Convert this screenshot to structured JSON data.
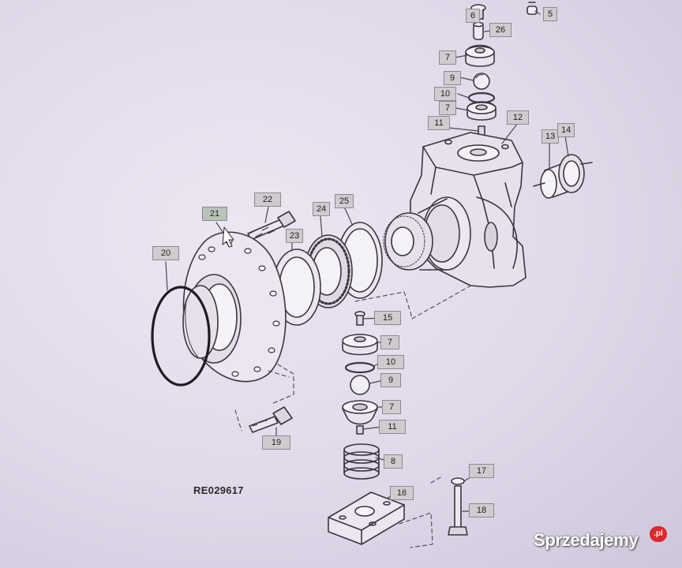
{
  "drawing_code": "RE029617",
  "watermark": {
    "brand": "Sprzedajemy",
    "suffix": ".pl"
  },
  "callouts": [
    {
      "id": "c6a",
      "label": "6"
    },
    {
      "id": "c5",
      "label": "5"
    },
    {
      "id": "c26",
      "label": "26"
    },
    {
      "id": "c7a",
      "label": "7"
    },
    {
      "id": "c9a",
      "label": "9"
    },
    {
      "id": "c10a",
      "label": "10"
    },
    {
      "id": "c7b",
      "label": "7"
    },
    {
      "id": "c11a",
      "label": "11"
    },
    {
      "id": "c12",
      "label": "12"
    },
    {
      "id": "c13",
      "label": "13"
    },
    {
      "id": "c14",
      "label": "14"
    },
    {
      "id": "c22",
      "label": "22"
    },
    {
      "id": "c24",
      "label": "24"
    },
    {
      "id": "c25",
      "label": "25"
    },
    {
      "id": "c21",
      "label": "21"
    },
    {
      "id": "c23",
      "label": "23"
    },
    {
      "id": "c20",
      "label": "20"
    },
    {
      "id": "c15",
      "label": "15"
    },
    {
      "id": "c7c",
      "label": "7"
    },
    {
      "id": "c10b",
      "label": "10"
    },
    {
      "id": "c9b",
      "label": "9"
    },
    {
      "id": "c7d",
      "label": "7"
    },
    {
      "id": "c11b",
      "label": "11"
    },
    {
      "id": "c19",
      "label": "19"
    },
    {
      "id": "c8",
      "label": "8"
    },
    {
      "id": "c17",
      "label": "17"
    },
    {
      "id": "c16",
      "label": "16"
    },
    {
      "id": "c18",
      "label": "18"
    }
  ]
}
